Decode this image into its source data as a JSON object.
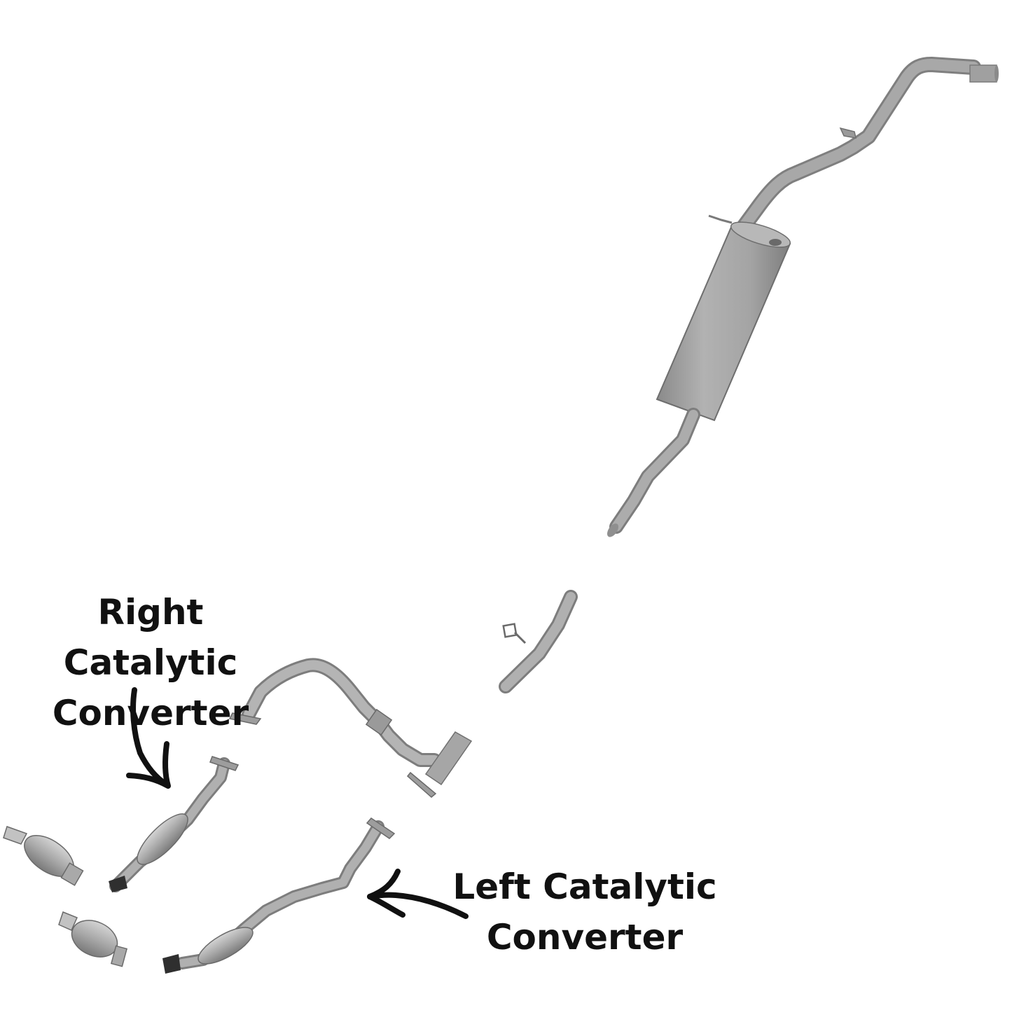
{
  "labels": {
    "right_converter": [
      "Right Catalytic",
      "Converter"
    ],
    "left_converter": [
      "Left Catalytic",
      "Converter"
    ]
  },
  "colors": {
    "pipe": "#9c9c9c",
    "pipe_dark": "#7d7d7d",
    "pipe_light": "#c6c6c6",
    "arrow": "#111111",
    "text": "#111111"
  },
  "parts": [
    "tailpipe",
    "muffler",
    "intermediate-pipe",
    "y-pipe",
    "right-catalytic-converter",
    "left-catalytic-converter",
    "right-manifold-converter",
    "left-manifold-converter"
  ]
}
